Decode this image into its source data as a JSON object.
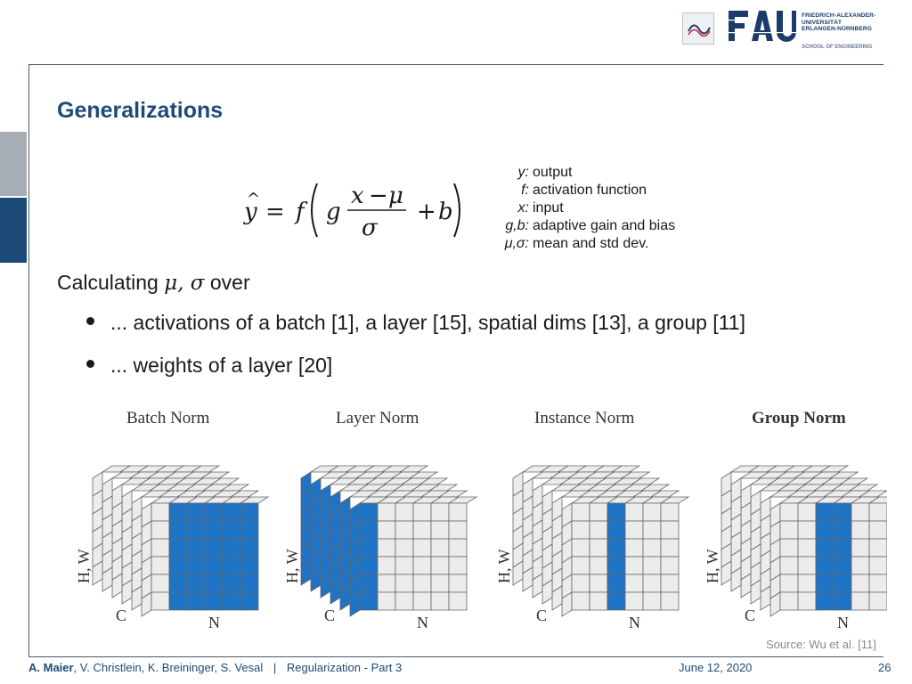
{
  "logo": {
    "icon": "fau-emblem-icon",
    "line1": "FRIEDRICH-ALEXANDER-",
    "line2": "UNIVERSITÄT",
    "line3": "ERLANGEN-NÜRNBERG",
    "school": "SCHOOL OF ENGINEERING",
    "colors": {
      "primary": "#1d3b6a"
    }
  },
  "slide": {
    "title": "Generalizations",
    "legend": [
      {
        "symbol": "y:",
        "desc": "output"
      },
      {
        "symbol": "f:",
        "desc": "activation function"
      },
      {
        "symbol": "x:",
        "desc": "input"
      },
      {
        "symbol": "g,b:",
        "desc": "adaptive gain and bias"
      },
      {
        "symbol": "μ,σ:",
        "desc": "mean and std dev."
      }
    ],
    "calc_prefix": "Calculating",
    "calc_symbols": "μ, σ",
    "calc_suffix": "over",
    "bullets": [
      "... activations of a batch [1], a layer [15], spatial dims [13], a group [11]",
      "... weights of a layer [20]"
    ],
    "figure": {
      "panels": [
        {
          "title": "Batch Norm"
        },
        {
          "title": "Layer Norm"
        },
        {
          "title": "Instance Norm"
        },
        {
          "title": "Group Norm"
        }
      ],
      "axis_hw": "H, W",
      "axis_c": "C",
      "axis_n": "N",
      "colors": {
        "highlight": "#1f73c4",
        "cell": "#ececec",
        "line": "#666666"
      }
    },
    "source": "Source: Wu et al. [11]"
  },
  "footer": {
    "author_main": "A. Maier",
    "authors_rest": ", V. Christlein, K. Breininger, S. Vesal",
    "separator": "|",
    "lecture": "Regularization - Part 3",
    "date": "June 12, 2020",
    "page": "26"
  }
}
